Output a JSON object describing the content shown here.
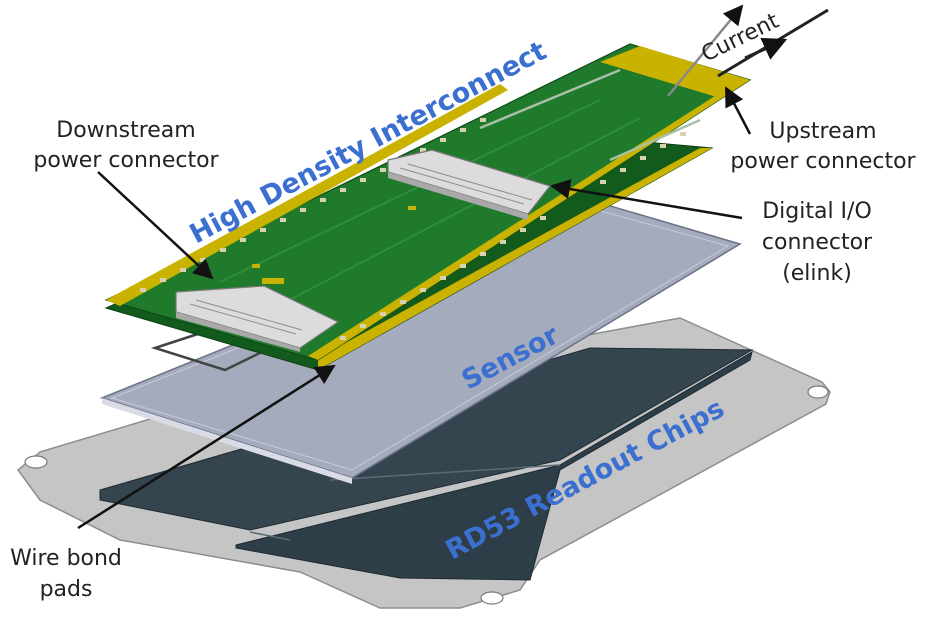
{
  "labels": {
    "current": "Current",
    "downstream_line1": "Downstream",
    "downstream_line2": "power connector",
    "upstream_line1": "Upstream",
    "upstream_line2": "power connector",
    "digital_line1": "Digital I/O",
    "digital_line2": "connector",
    "digital_line3": "(elink)",
    "wirebond_line1": "Wire bond",
    "wirebond_line2": "pads",
    "hdi": "High Density Interconnect",
    "sensor": "Sensor",
    "rd53": "RD53 Readout Chips"
  },
  "colors": {
    "pcb_green": "#1f7a2c",
    "pcb_green_dark": "#135a1d",
    "gold": "#c9b200",
    "sensor": "#a4abbd",
    "chip": "#344550",
    "base": "#c5c5c5",
    "title_blue": "#3b6fd0"
  }
}
